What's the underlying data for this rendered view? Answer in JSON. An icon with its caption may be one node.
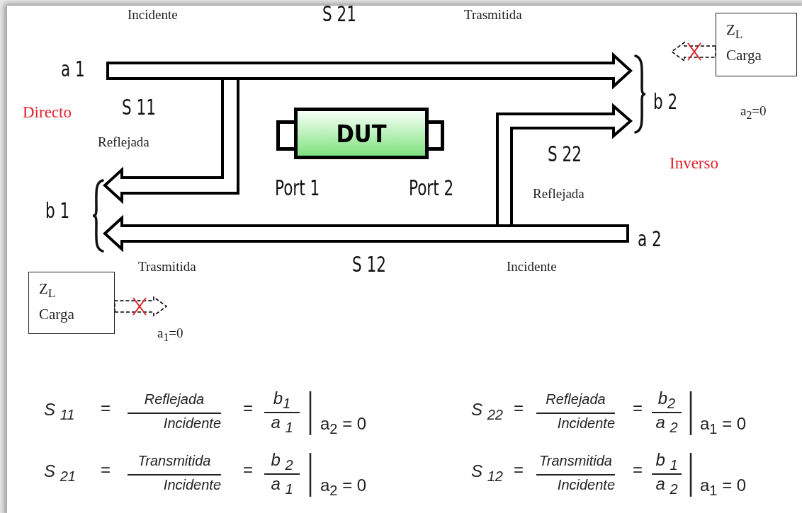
{
  "diagram": {
    "nodes": [
      {
        "text": [
          "Z$_{L}$",
          "Carga"
        ]
      },
      {
        "text": [
          "a 1"
        ]
      },
      {
        "text": [
          "b 2"
        ]
      },
      {
        "text": [
          "DUT"
        ]
      },
      {
        "text": [
          "b 1"
        ]
      },
      {
        "text": [
          "a 2"
        ]
      },
      {
        "text": [
          "Z$_{L}$",
          "Carga"
        ]
      }
    ],
    "edges": [
      {
        "from": 1,
        "to": 2,
        "arrow": "to"
      },
      {
        "from": 1,
        "to": 4,
        "arrow": "to"
      },
      {
        "from": 5,
        "to": 4,
        "arrow": "to"
      },
      {
        "from": 5,
        "to": 2,
        "arrow": "to"
      },
      {
        "from": 0,
        "to": null,
        "arrow": "to",
        "style": "dashed"
      },
      {
        "from": 6,
        "to": null,
        "arrow": "to",
        "style": "dashed"
      }
    ],
    "labels": [
      "Incidente",
      "S 21",
      "Trasmitida",
      "Directo",
      "S 11",
      "Reflejada",
      "Port 1",
      "Port 2",
      "S 22",
      "Reflejada",
      "Inverso",
      "a$_{2}$=0",
      "Trasmitida",
      "S 12",
      "Incidente",
      "a$_{1}$=0",
      "S $_{11}$",
      "=",
      "Reflejada",
      "Incidente",
      "=",
      "b$_{1}$",
      "a $_{1}$",
      "a$_{2}$ = 0",
      "S $_{22}$",
      "=",
      "Reflejada",
      "Incidente",
      "=",
      "b$_{2}$",
      "a $_{2}$",
      "a$_{1}$ = 0",
      "S $_{21}$",
      "=",
      "Transmitida",
      "Incidente",
      "=",
      "b $_{2}$",
      "a $_{1}$",
      "a$_{2}$ = 0",
      "S $_{12}$",
      "=",
      "Transmitida",
      "Incidente",
      "=",
      "b $_{1}$",
      "a $_{2}$",
      "a$_{1}$ = 0"
    ]
  }
}
